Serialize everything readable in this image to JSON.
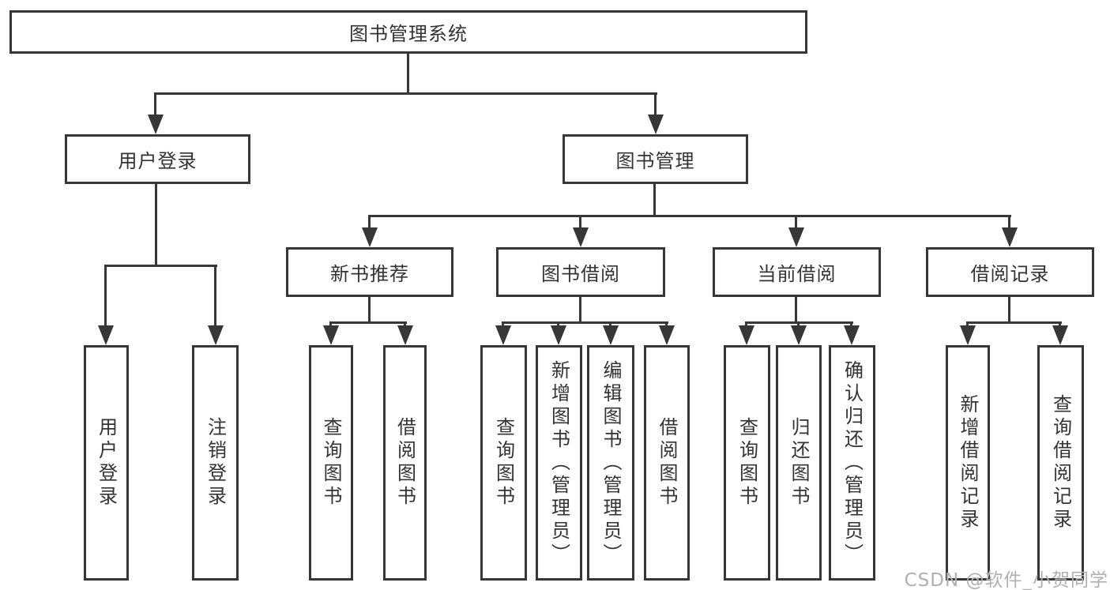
{
  "diagram": {
    "type": "hierarchy-tree",
    "background": "#ffffff",
    "line_color": "#373737",
    "text_color": "#333333",
    "nodes": {
      "root": {
        "label": "图书管理系统"
      },
      "user_login": {
        "label": "用户登录"
      },
      "book_management": {
        "label": "图书管理"
      },
      "new_book_recommend": {
        "label": "新书推荐"
      },
      "book_borrowing": {
        "label": "图书借阅"
      },
      "current_borrowing": {
        "label": "当前借阅"
      },
      "borrowing_records": {
        "label": "借阅记录"
      },
      "user_login_leaf": {
        "label": "用户登录"
      },
      "logout_leaf": {
        "label": "注销登录"
      },
      "nbr_query_books": {
        "label": "查询图书"
      },
      "nbr_borrow_books": {
        "label": "借阅图书"
      },
      "bb_query_books": {
        "label": "查询图书"
      },
      "bb_add_books_admin": {
        "label": "新增图书（管理员）"
      },
      "bb_edit_books_admin": {
        "label": "编辑图书（管理员）"
      },
      "bb_borrow_books": {
        "label": "借阅图书"
      },
      "cb_query_books": {
        "label": "查询图书"
      },
      "cb_return_books": {
        "label": "归还图书"
      },
      "cb_confirm_return_admin": {
        "label": "确认归还（管理员）"
      },
      "br_add_record": {
        "label": "新增借阅记录"
      },
      "br_query_record": {
        "label": "查询借阅记录"
      }
    },
    "edges": [
      [
        "root",
        "user_login"
      ],
      [
        "root",
        "book_management"
      ],
      [
        "user_login",
        "user_login_leaf"
      ],
      [
        "user_login",
        "logout_leaf"
      ],
      [
        "book_management",
        "new_book_recommend"
      ],
      [
        "book_management",
        "book_borrowing"
      ],
      [
        "book_management",
        "current_borrowing"
      ],
      [
        "book_management",
        "borrowing_records"
      ],
      [
        "new_book_recommend",
        "nbr_query_books"
      ],
      [
        "new_book_recommend",
        "nbr_borrow_books"
      ],
      [
        "book_borrowing",
        "bb_query_books"
      ],
      [
        "book_borrowing",
        "bb_add_books_admin"
      ],
      [
        "book_borrowing",
        "bb_edit_books_admin"
      ],
      [
        "book_borrowing",
        "bb_borrow_books"
      ],
      [
        "current_borrowing",
        "cb_query_books"
      ],
      [
        "current_borrowing",
        "cb_return_books"
      ],
      [
        "current_borrowing",
        "cb_confirm_return_admin"
      ],
      [
        "borrowing_records",
        "br_add_record"
      ],
      [
        "borrowing_records",
        "br_query_record"
      ]
    ],
    "watermark": {
      "text": "CSDN @软件_小贺同学",
      "color": "#b0b0b0"
    }
  }
}
